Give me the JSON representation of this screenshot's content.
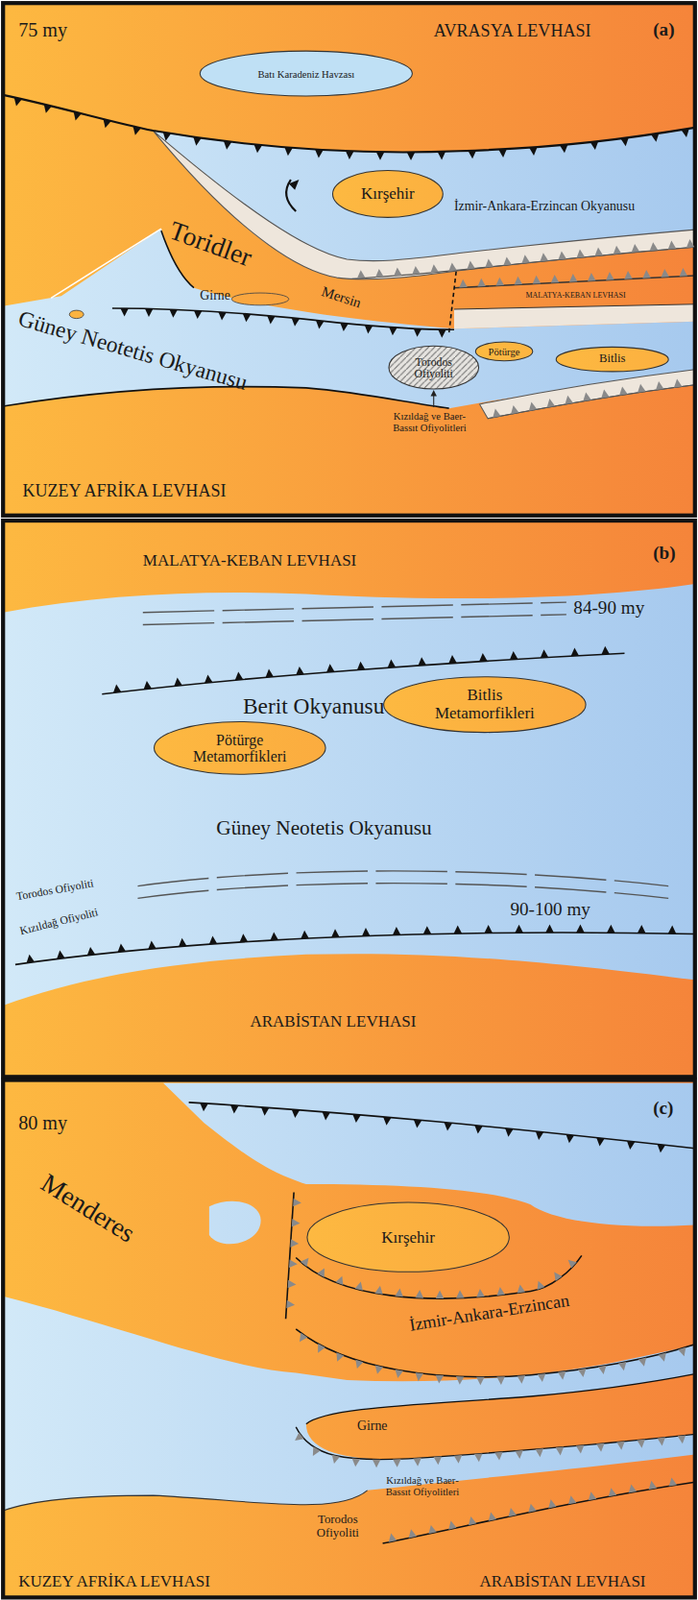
{
  "diagram": {
    "nodes": [
      {
        "text": [
          "Batı Karadeniz Havzası"
        ]
      },
      {
        "text": [
          "Kırşehir"
        ]
      },
      {
        "text": [
          "Torodos Ofiyoliti"
        ]
      },
      {
        "text": [
          "Pötürge"
        ]
      },
      {
        "text": [
          "Bitlis"
        ]
      },
      {
        "text": [
          "Bitlis Metamorfikleri"
        ]
      },
      {
        "text": [
          "Pötürge Metamorfikleri"
        ]
      },
      {
        "text": [
          "Kırşehir"
        ]
      }
    ],
    "labels": [
      "75 my",
      "(a)",
      "AVRASYA LEVHASI",
      "İzmir-Ankara-Erzincan Okyanusu",
      "Toridler",
      "Mersin",
      "Girne",
      "MALATYA-KEBAN LEVHASI",
      "Güney Neotetis Okyanusu",
      "Kızıldağ ve Baer-Bassıt Ofiyolitleri",
      "KUZEY AFRİKA LEVHASI",
      "MALATYA-KEBAN LEVHASI",
      "(b)",
      "84-90 my",
      "Berit Okyanusu",
      "Güney Neotetis Okyanusu",
      "90-100 my",
      "Torodos Ofiyoliti",
      "Kızıldağ Ofiyoliti",
      "ARABİSTAN LEVHASI",
      "80 my",
      "(c)",
      "Menderes",
      "İzmir-Ankara-Erzincan",
      "Girne",
      "Kızıldağ ve Baer-Bassıt Ofiyolitleri",
      "Torodos Ofiyoliti",
      "KUZEY AFRİKA LEVHASI",
      "ARABİSTAN LEVHASI"
    ]
  }
}
